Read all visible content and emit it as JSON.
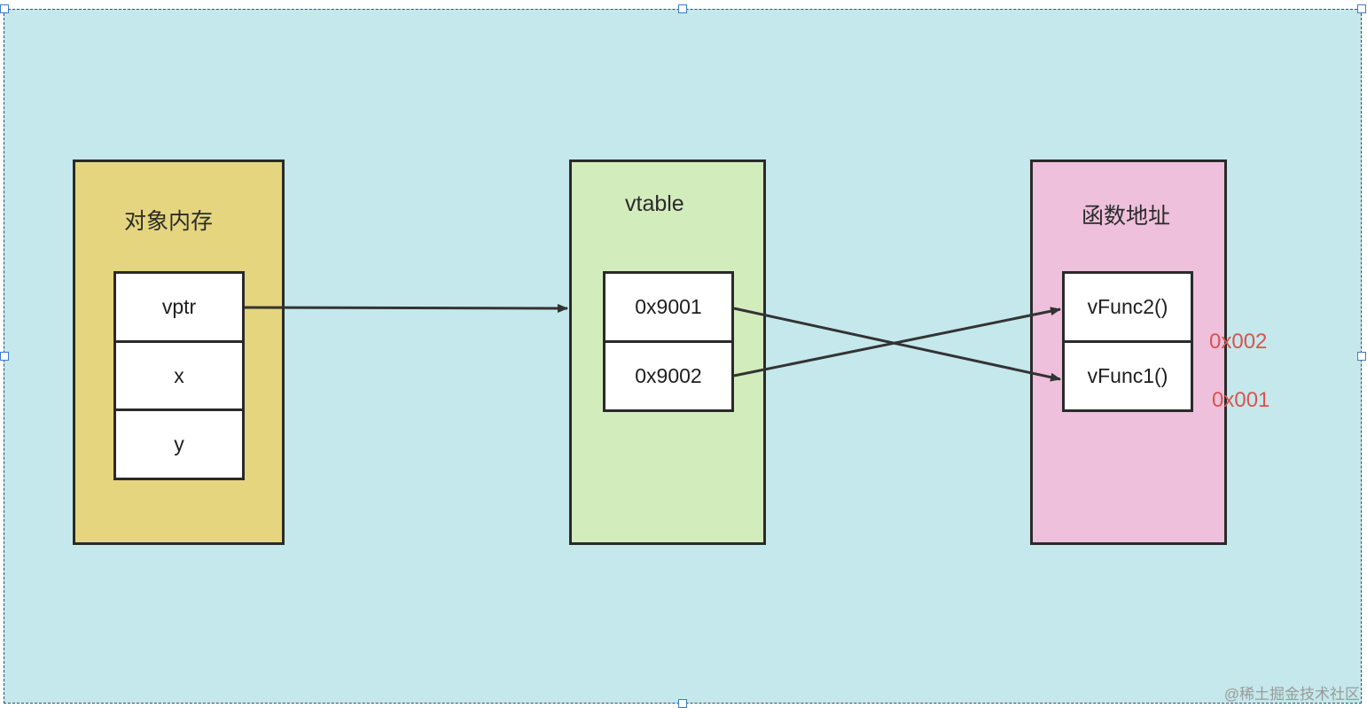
{
  "object_memory": {
    "title": "对象内存",
    "cells": [
      "vptr",
      "x",
      "y"
    ]
  },
  "vtable": {
    "title": "vtable",
    "cells": [
      "0x9001",
      "0x9002"
    ]
  },
  "function_addresses": {
    "title": "函数地址",
    "cells": [
      "vFunc2()",
      "vFunc1()"
    ],
    "addresses": [
      "0x002",
      "0x001"
    ]
  },
  "watermark": "@稀土掘金技术社区",
  "colors": {
    "background": "#c4e8eb",
    "object_memory_fill": "#e5d57e",
    "vtable_fill": "#d3ecbc",
    "function_fill": "#eec0dc",
    "address_text": "#d9534f",
    "selection_handle": "#3a7bd5"
  }
}
